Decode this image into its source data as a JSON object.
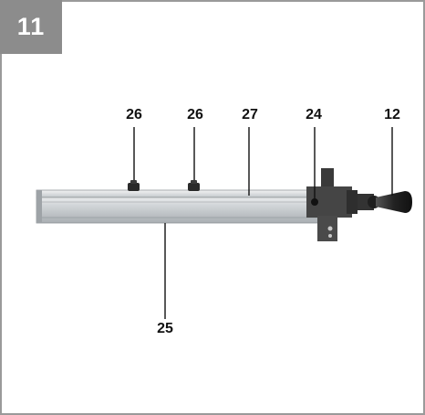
{
  "figure": {
    "number": "11"
  },
  "callouts": [
    {
      "id": "c26a",
      "label": "26"
    },
    {
      "id": "c26b",
      "label": "26"
    },
    {
      "id": "c27",
      "label": "27"
    },
    {
      "id": "c24",
      "label": "24"
    },
    {
      "id": "c12",
      "label": "12"
    },
    {
      "id": "c25",
      "label": "25"
    }
  ],
  "colors": {
    "frame": "#9a9a9a",
    "badge": "#8c8c8c",
    "rail": "#cfd2d4",
    "knob": "#2b2b2b",
    "leader": "#111111"
  }
}
